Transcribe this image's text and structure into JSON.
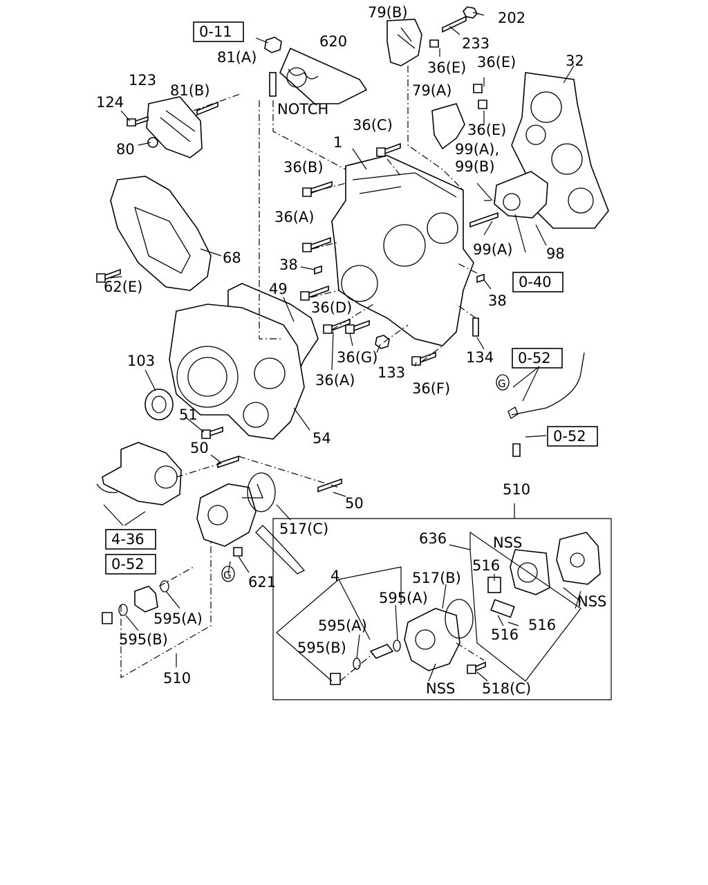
{
  "references": {
    "r_0_11": "0-11",
    "r_0_40": "0-40",
    "r_0_52_a": "0-52",
    "r_0_52_b": "0-52",
    "r_0_52_c": "0-52",
    "r_4_36": "4-36"
  },
  "labels": {
    "l_79b": "79(B)",
    "l_202": "202",
    "l_233": "233",
    "l_620": "620",
    "l_81a": "81(A)",
    "l_36e_1": "36(E)",
    "l_36e_2": "36(E)",
    "l_36e_3": "36(E)",
    "l_32": "32",
    "l_123": "123",
    "l_81b": "81(B)",
    "l_notch": "NOTCH",
    "l_79a": "79(A)",
    "l_124": "124",
    "l_36c": "36(C)",
    "l_80": "80",
    "l_1": "1",
    "l_99a_1": "99(A),",
    "l_36b": "36(B)",
    "l_99b": "99(B)",
    "l_36a_1": "36(A)",
    "l_68": "68",
    "l_99a_2": "99(A)",
    "l_98": "98",
    "l_38_1": "38",
    "l_62e": "62(E)",
    "l_49": "49",
    "l_36d": "36(D)",
    "l_38_2": "38",
    "l_103": "103",
    "l_36g": "36(G)",
    "l_134": "134",
    "l_133": "133",
    "l_36a_2": "36(A)",
    "l_36f": "36(F)",
    "l_g_1": "G",
    "l_51": "51",
    "l_54": "54",
    "l_50_1": "50",
    "l_50_2": "50",
    "l_517c": "517(C)",
    "l_510_1": "510",
    "l_g_2": "G",
    "l_621": "621",
    "l_636": "636",
    "l_nss_1": "NSS",
    "l_nss_2": "NSS",
    "l_516_1": "516",
    "l_517b": "517(B)",
    "l_4": "4",
    "l_595a_1": "595(A)",
    "l_595a_2": "595(A)",
    "l_595a_3": "595(A)",
    "l_595b_1": "595(B)",
    "l_595b_2": "595(B)",
    "l_516_2": "516",
    "l_516_3": "516",
    "l_nss_3": "NSS",
    "l_518c": "518(C)",
    "l_510_2": "510"
  }
}
